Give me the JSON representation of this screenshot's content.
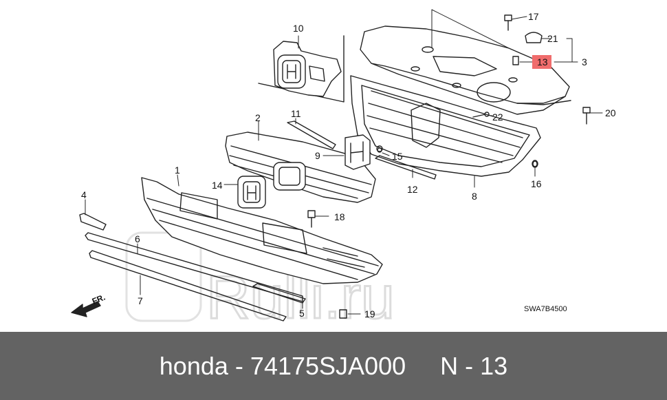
{
  "caption": {
    "brand": "honda",
    "separator": "-",
    "part_number": "74175SJA000",
    "ref_prefix": "N -",
    "ref_number": "13"
  },
  "diagram": {
    "code": "SWA7B4500",
    "front_marker": "FR.",
    "watermark": "Rulli.ru",
    "highlight_color": "#f06c6c",
    "highlighted_callout": "13",
    "callouts": [
      "1",
      "2",
      "3",
      "4",
      "5",
      "6",
      "7",
      "8",
      "9",
      "10",
      "11",
      "12",
      "13",
      "14",
      "15",
      "16",
      "17",
      "18",
      "19",
      "20",
      "21",
      "22"
    ]
  },
  "colors": {
    "caption_bar": "#636363",
    "caption_text": "#ffffff",
    "line_art": "#222222"
  }
}
